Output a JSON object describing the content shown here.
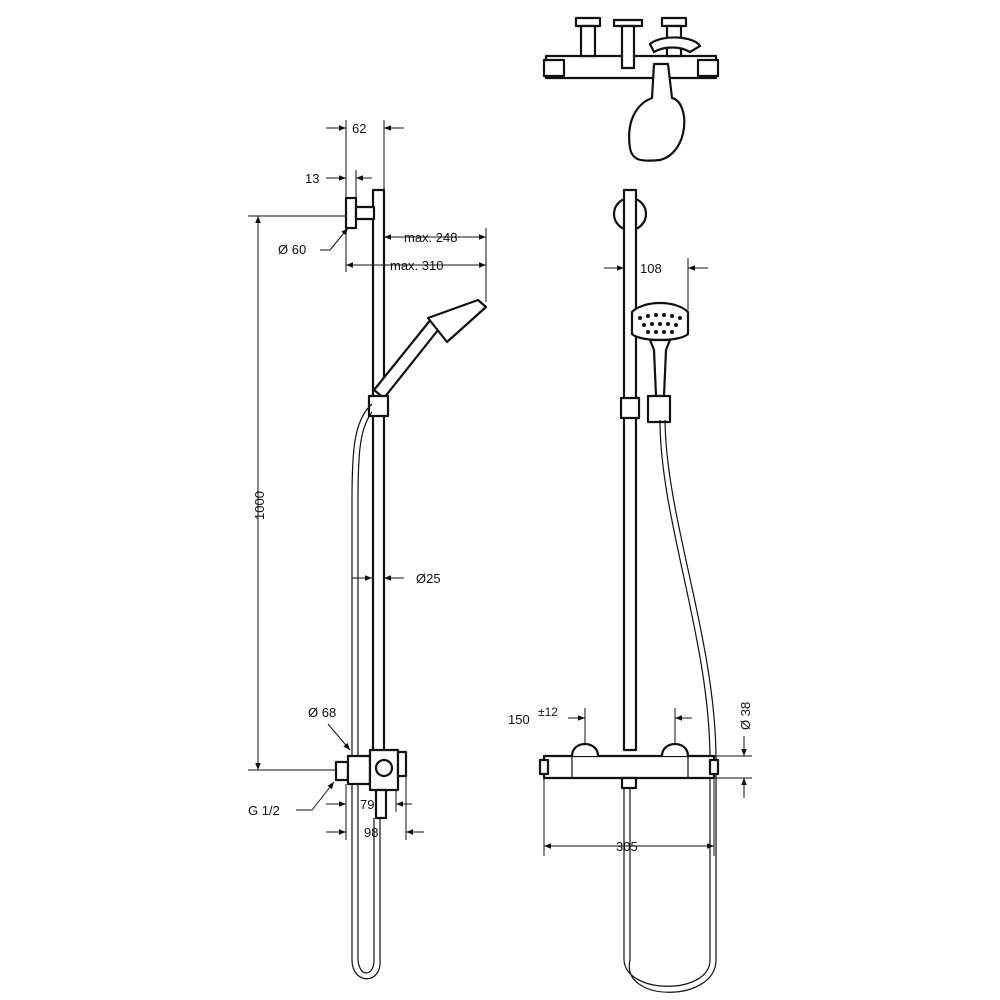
{
  "dimensions": {
    "d62": "62",
    "d13": "13",
    "d60": "Ø 60",
    "dmax248": "max. 248",
    "dmax310": "max. 310",
    "d1000": "1000",
    "d25": "Ø25",
    "d68": "Ø 68",
    "dg12": "G 1/2",
    "d79": "79",
    "d98": "98",
    "d108": "108",
    "d150": "150",
    "d150tol": "±12",
    "d38": "Ø 38",
    "d305": "305"
  },
  "colors": {
    "line": "#111111",
    "background": "#ffffff"
  }
}
